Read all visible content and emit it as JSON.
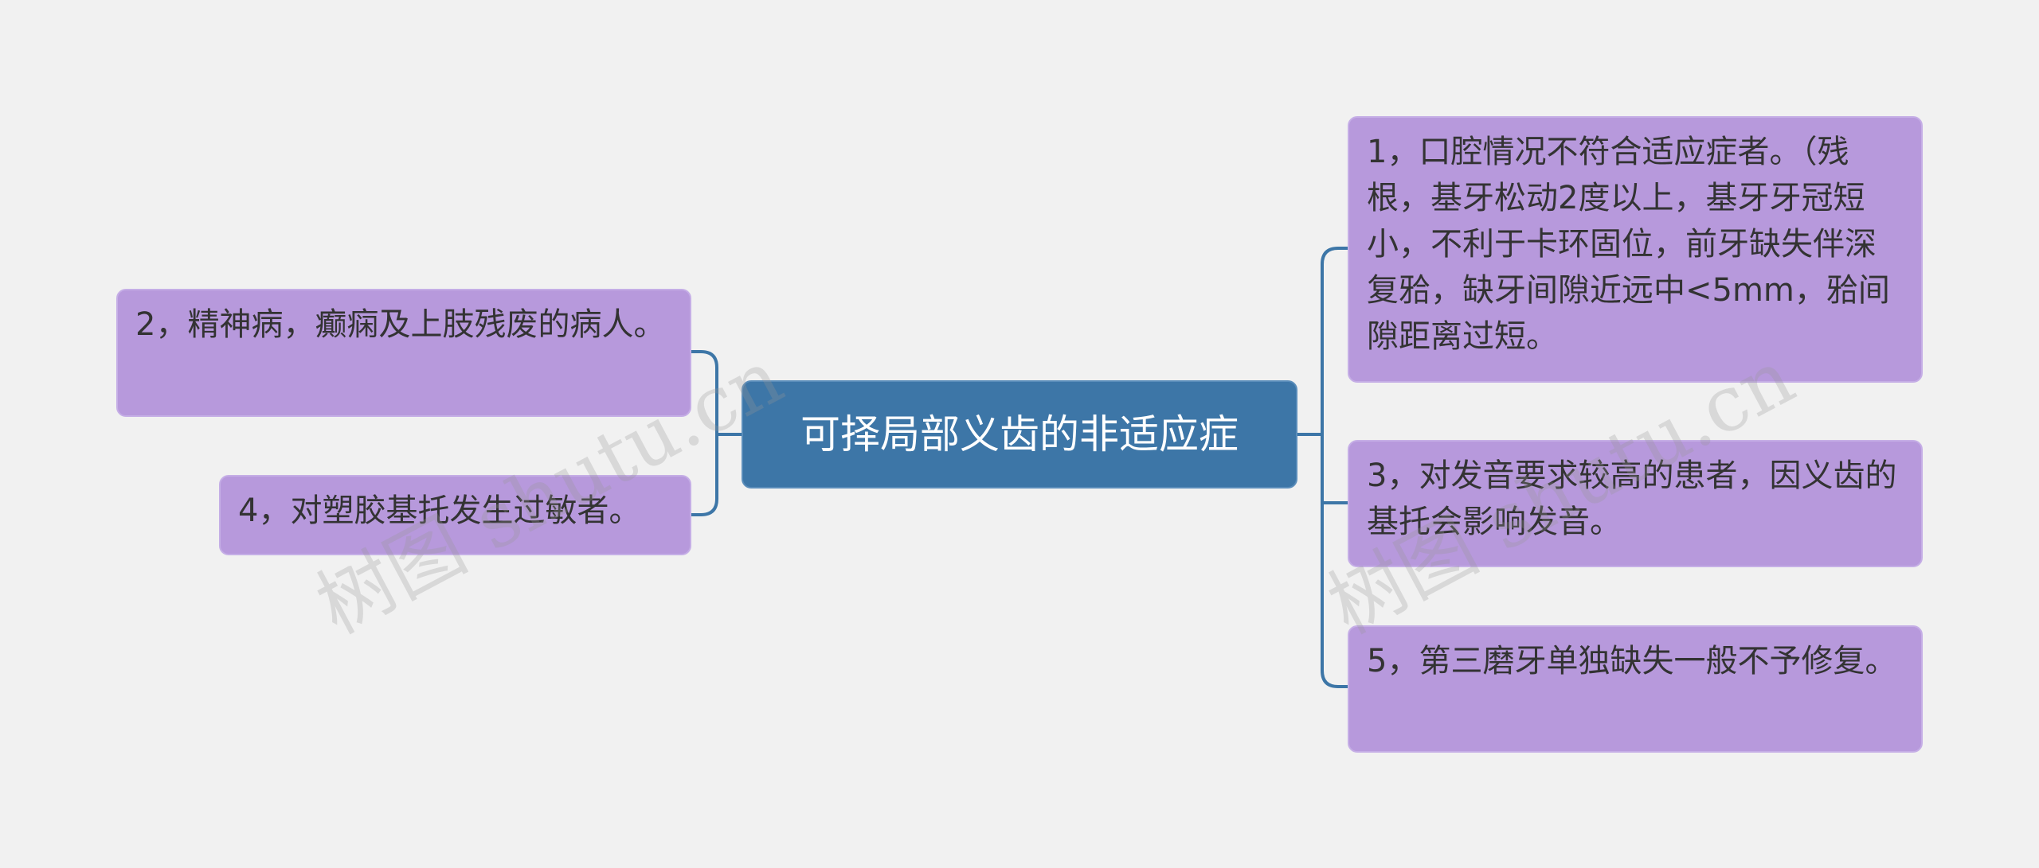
{
  "mindmap": {
    "root": {
      "label": "可择局部义齿的非适应症"
    },
    "left": [
      {
        "label": "2，精神病，癫痫及上肢残废的病人。"
      },
      {
        "label": "4，对塑胶基托发生过敏者。"
      }
    ],
    "right": [
      {
        "label": "1，口腔情况不符合适应症者。（残根，基牙松动2度以上，基牙牙冠短小，不利于卡环固位，前牙缺失伴深复𬌗，缺牙间隙近远中<5mm，𬌗间隙距离过短。"
      },
      {
        "label": "3，对发音要求较高的患者，因义齿的基托会影响发音。"
      },
      {
        "label": "5，第三磨牙单独缺失一般不予修复。"
      }
    ]
  },
  "watermark": {
    "text": "树图 shutu.cn"
  },
  "colors": {
    "background": "#f1f1f1",
    "root_fill": "#3d76a7",
    "leaf_fill": "#b799dc",
    "connector": "#3d76a7"
  }
}
